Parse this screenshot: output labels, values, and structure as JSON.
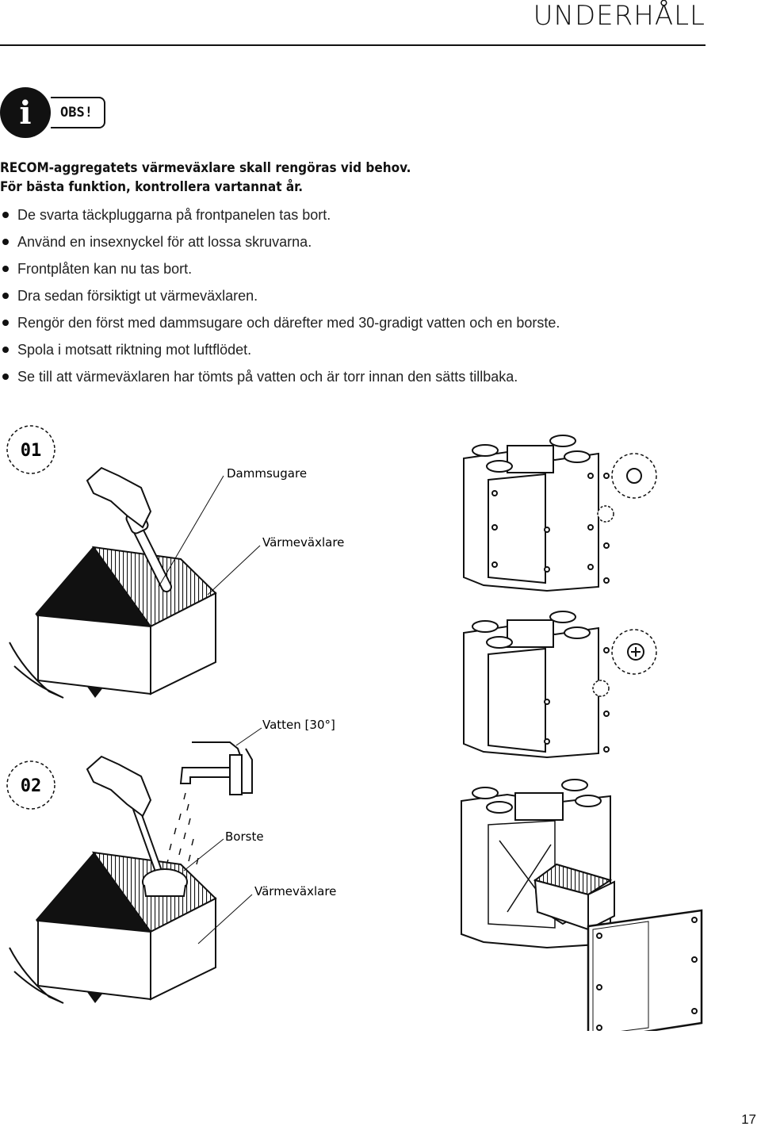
{
  "header": {
    "title": "UNDERHÅLL"
  },
  "notice": {
    "icon": "info-icon",
    "icon_glyph": "i",
    "label": "OBS!",
    "intro_line_1": "RECOM-aggregatets värmeväxlare skall rengöras vid behov.",
    "intro_line_2": "För bästa funktion, kontrollera vartannat år."
  },
  "bullets": [
    "De svarta täckpluggarna på frontpanelen tas bort.",
    "Använd en insexnyckel för att lossa skruvarna.",
    "Frontplåten kan nu tas bort.",
    "Dra sedan försiktigt ut värmeväxlaren.",
    "Rengör den först med dammsugare och därefter med 30-gradigt vatten och en borste.",
    "Spola i motsatt riktning mot luftflödet.",
    "Se till att värmeväxlaren har tömts på vatten och är torr innan den sätts tillbaka."
  ],
  "step1": {
    "number": "01",
    "label_tool": "Dammsugare",
    "label_part": "Värmeväxlare"
  },
  "step2": {
    "number": "02",
    "label_water": "Vatten [30°]",
    "label_tool": "Borste",
    "label_part": "Värmeväxlare"
  },
  "page_number": "17"
}
